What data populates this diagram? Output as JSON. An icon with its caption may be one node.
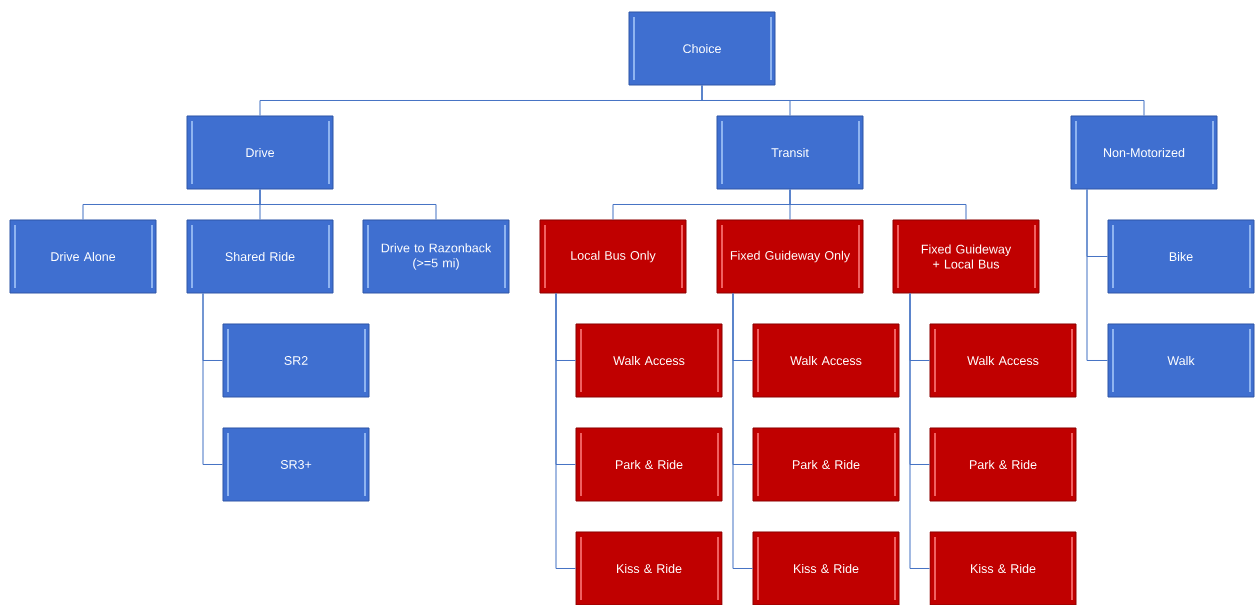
{
  "diagram": {
    "nodes": [
      {
        "text": [
          "Choice"
        ]
      },
      {
        "text": [
          "Drive"
        ]
      },
      {
        "text": [
          "Transit"
        ]
      },
      {
        "text": [
          "Non-Motorized"
        ]
      },
      {
        "text": [
          "Drive Alone"
        ]
      },
      {
        "text": [
          "Shared Ride"
        ]
      },
      {
        "text": [
          "Drive to Razonback (>=5 mi)"
        ]
      },
      {
        "text": [
          "Local Bus Only"
        ]
      },
      {
        "text": [
          "Fixed Guideway Only"
        ]
      },
      {
        "text": [
          "Fixed Guideway + Local Bus"
        ]
      },
      {
        "text": [
          "Bike"
        ]
      },
      {
        "text": [
          "Walk"
        ]
      },
      {
        "text": [
          "SR2"
        ]
      },
      {
        "text": [
          "SR3+"
        ]
      },
      {
        "text": [
          "Walk Access"
        ]
      },
      {
        "text": [
          "Park & Ride"
        ]
      },
      {
        "text": [
          "Kiss & Ride"
        ]
      },
      {
        "text": [
          "Walk Access"
        ]
      },
      {
        "text": [
          "Park & Ride"
        ]
      },
      {
        "text": [
          "Kiss & Ride"
        ]
      },
      {
        "text": [
          "Walk Access"
        ]
      },
      {
        "text": [
          "Park & Ride"
        ]
      },
      {
        "text": [
          "Kiss & Ride"
        ]
      }
    ],
    "edges": [
      {
        "from": 0,
        "to": 1,
        "arrow": "none"
      },
      {
        "from": 0,
        "to": 2,
        "arrow": "none"
      },
      {
        "from": 0,
        "to": 3,
        "arrow": "none"
      },
      {
        "from": 1,
        "to": 4,
        "arrow": "none"
      },
      {
        "from": 1,
        "to": 5,
        "arrow": "none"
      },
      {
        "from": 1,
        "to": 6,
        "arrow": "none"
      },
      {
        "from": 2,
        "to": 7,
        "arrow": "none"
      },
      {
        "from": 2,
        "to": 8,
        "arrow": "none"
      },
      {
        "from": 2,
        "to": 9,
        "arrow": "none"
      },
      {
        "from": 3,
        "to": 10,
        "arrow": "none"
      },
      {
        "from": 3,
        "to": 11,
        "arrow": "none"
      },
      {
        "from": 5,
        "to": 12,
        "arrow": "none"
      },
      {
        "from": 5,
        "to": 13,
        "arrow": "none"
      },
      {
        "from": 7,
        "to": 14,
        "arrow": "none"
      },
      {
        "from": 7,
        "to": 15,
        "arrow": "none"
      },
      {
        "from": 7,
        "to": 16,
        "arrow": "none"
      },
      {
        "from": 8,
        "to": 17,
        "arrow": "none"
      },
      {
        "from": 8,
        "to": 18,
        "arrow": "none"
      },
      {
        "from": 8,
        "to": 19,
        "arrow": "none"
      },
      {
        "from": 9,
        "to": 20,
        "arrow": "none"
      },
      {
        "from": 9,
        "to": 21,
        "arrow": "none"
      },
      {
        "from": 9,
        "to": 22,
        "arrow": "none"
      }
    ]
  }
}
